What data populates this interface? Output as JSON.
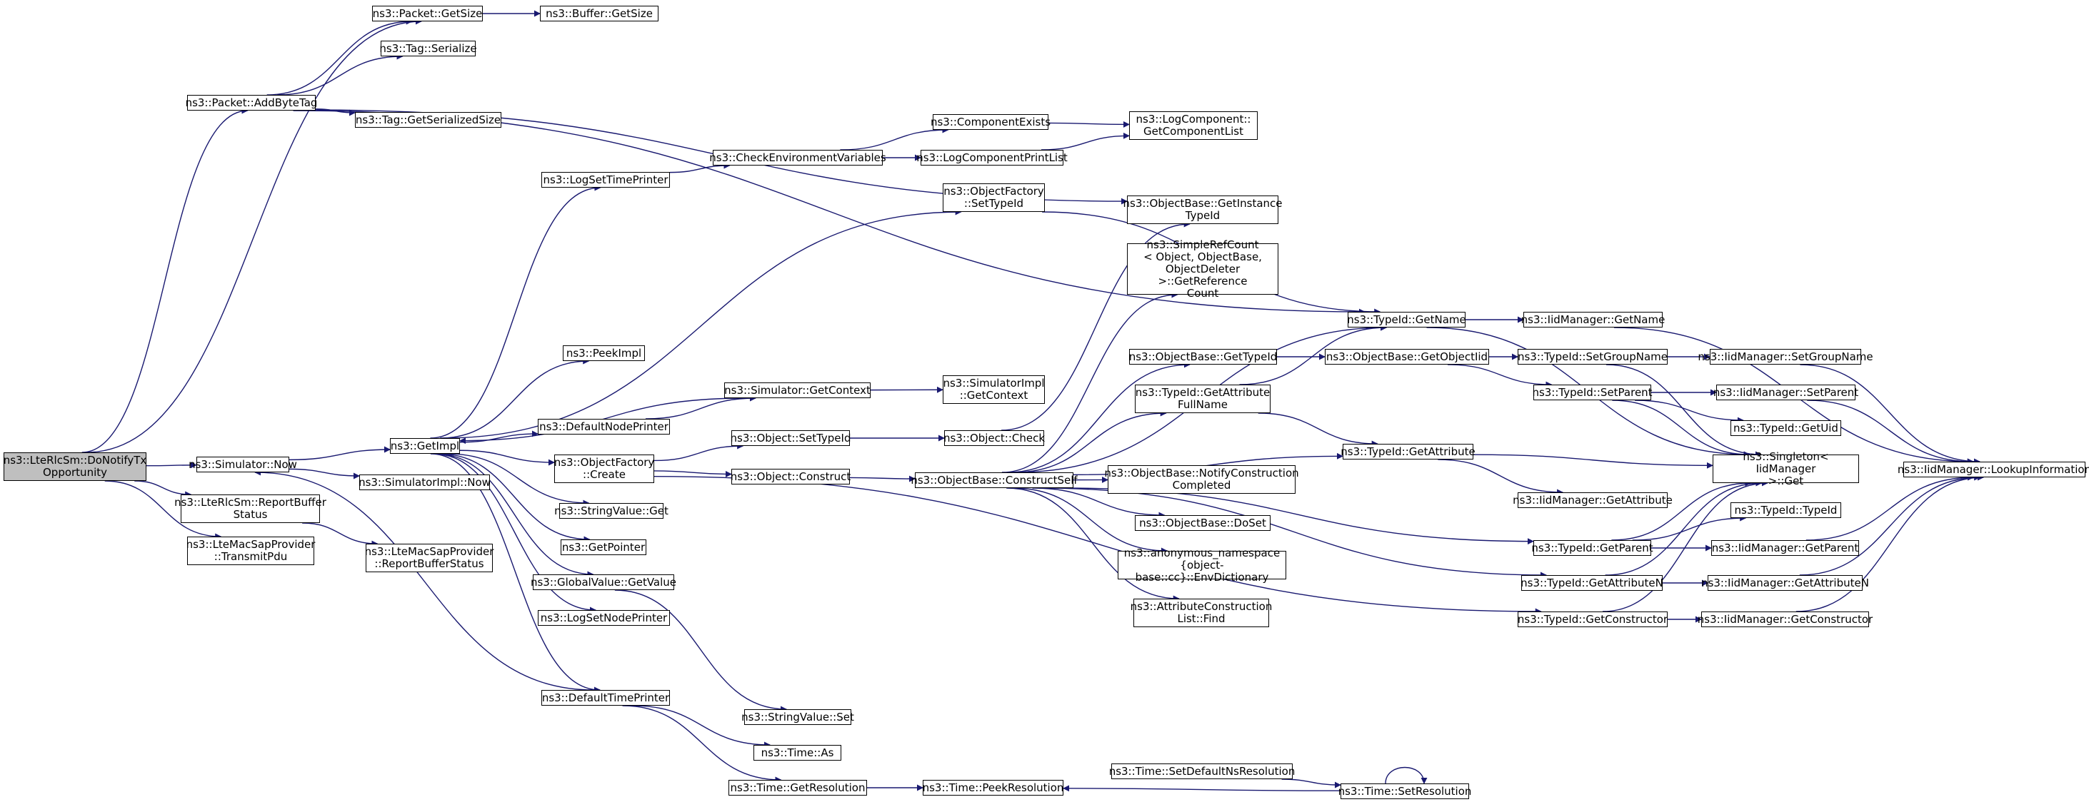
{
  "graph": {
    "edge_color": "#191970",
    "root_fill": "#bfbfbf",
    "node_fill": "#ffffff",
    "root": "root",
    "nodes": [
      {
        "id": "root",
        "label": "ns3::LteRlcSm::DoNotifyTx\nOpportunity"
      },
      {
        "id": "n_sim_now",
        "label": "ns3::Simulator::Now"
      },
      {
        "id": "n_report",
        "label": "ns3::LteRlcSm::ReportBuffer\nStatus"
      },
      {
        "id": "n_transmit",
        "label": "ns3::LteMacSapProvider\n::TransmitPdu"
      },
      {
        "id": "n_addbytetag",
        "label": "ns3::Packet::AddByteTag"
      },
      {
        "id": "n_pkt_getsize",
        "label": "ns3::Packet::GetSize"
      },
      {
        "id": "n_buf_getsize",
        "label": "ns3::Buffer::GetSize"
      },
      {
        "id": "n_tag_ser",
        "label": "ns3::Tag::Serialize"
      },
      {
        "id": "n_tag_getser",
        "label": "ns3::Tag::GetSerializedSize"
      },
      {
        "id": "n_getimpl",
        "label": "ns3::GetImpl"
      },
      {
        "id": "n_simimpl_now",
        "label": "ns3::SimulatorImpl::Now"
      },
      {
        "id": "n_macsap_rbs",
        "label": "ns3::LteMacSapProvider\n::ReportBufferStatus"
      },
      {
        "id": "n_logsettime",
        "label": "ns3::LogSetTimePrinter"
      },
      {
        "id": "n_checkenv",
        "label": "ns3::CheckEnvironmentVariables"
      },
      {
        "id": "n_compexists",
        "label": "ns3::ComponentExists"
      },
      {
        "id": "n_logcompprint",
        "label": "ns3::LogComponentPrintList"
      },
      {
        "id": "n_getcomplist",
        "label": "ns3::LogComponent::\nGetComponentList"
      },
      {
        "id": "n_objfact_settid",
        "label": "ns3::ObjectFactory\n::SetTypeId"
      },
      {
        "id": "n_getinsttid",
        "label": "ns3::ObjectBase::GetInstance\nTypeId"
      },
      {
        "id": "n_simplerefcount",
        "label": "ns3::SimpleRefCount\n< Object, ObjectBase,\nObjectDeleter >::GetReference\nCount"
      },
      {
        "id": "n_peekimpl",
        "label": "ns3::PeekImpl"
      },
      {
        "id": "n_sim_getctx",
        "label": "ns3::Simulator::GetContext"
      },
      {
        "id": "n_simimpl_getctx",
        "label": "ns3::SimulatorImpl\n::GetContext"
      },
      {
        "id": "n_defnodeprinter",
        "label": "ns3::DefaultNodePrinter"
      },
      {
        "id": "n_objfact_create",
        "label": "ns3::ObjectFactory\n::Create"
      },
      {
        "id": "n_obj_settid",
        "label": "ns3::Object::SetTypeId"
      },
      {
        "id": "n_obj_check",
        "label": "ns3::Object::Check"
      },
      {
        "id": "n_obj_construct",
        "label": "ns3::Object::Construct"
      },
      {
        "id": "n_constructself",
        "label": "ns3::ObjectBase::ConstructSelf"
      },
      {
        "id": "n_strval_get",
        "label": "ns3::StringValue::Get"
      },
      {
        "id": "n_getpointer",
        "label": "ns3::GetPointer"
      },
      {
        "id": "n_globval_get",
        "label": "ns3::GlobalValue::GetValue"
      },
      {
        "id": "n_lognodeprinter",
        "label": "ns3::LogSetNodePrinter"
      },
      {
        "id": "n_deftimeprinter",
        "label": "ns3::DefaultTimePrinter"
      },
      {
        "id": "n_strval_set",
        "label": "ns3::StringValue::Set"
      },
      {
        "id": "n_time_as",
        "label": "ns3::Time::As"
      },
      {
        "id": "n_time_getres",
        "label": "ns3::Time::GetResolution"
      },
      {
        "id": "n_time_peekres",
        "label": "ns3::Time::PeekResolution"
      },
      {
        "id": "n_time_setdefns",
        "label": "ns3::Time::SetDefaultNsResolution"
      },
      {
        "id": "n_time_setres",
        "label": "ns3::Time::SetResolution"
      },
      {
        "id": "n_ob_gettid",
        "label": "ns3::ObjectBase::GetTypeId"
      },
      {
        "id": "n_tid_getattrfull",
        "label": "ns3::TypeId::GetAttribute\nFullName"
      },
      {
        "id": "n_ob_notify",
        "label": "ns3::ObjectBase::NotifyConstruction\nCompleted"
      },
      {
        "id": "n_ob_doset",
        "label": "ns3::ObjectBase::DoSet"
      },
      {
        "id": "n_anon_envdict",
        "label": "ns3::anonymous_namespace\n{object-base::cc}::EnvDictionary"
      },
      {
        "id": "n_attrconst_find",
        "label": "ns3::AttributeConstruction\nList::Find"
      },
      {
        "id": "n_tid_getname",
        "label": "ns3::TypeId::GetName"
      },
      {
        "id": "n_ob_getobjtid",
        "label": "ns3::ObjectBase::GetObjectIid"
      },
      {
        "id": "n_tid_getattr",
        "label": "ns3::TypeId::GetAttribute"
      },
      {
        "id": "n_iid_getattr",
        "label": "ns3::IidManager::GetAttribute"
      },
      {
        "id": "n_tid_getparent",
        "label": "ns3::TypeId::GetParent"
      },
      {
        "id": "n_tid_getattrn",
        "label": "ns3::TypeId::GetAttributeN"
      },
      {
        "id": "n_tid_getctor",
        "label": "ns3::TypeId::GetConstructor"
      },
      {
        "id": "n_iid_getname",
        "label": "ns3::IidManager::GetName"
      },
      {
        "id": "n_tid_setgroup",
        "label": "ns3::TypeId::SetGroupName"
      },
      {
        "id": "n_tid_setparent",
        "label": "ns3::TypeId::SetParent"
      },
      {
        "id": "n_singleton_get",
        "label": "ns3::Singleton< IidManager\n>::Get"
      },
      {
        "id": "n_tid_tid",
        "label": "ns3::TypeId::TypeId"
      },
      {
        "id": "n_iid_setgroup",
        "label": "ns3::IidManager::SetGroupName"
      },
      {
        "id": "n_iid_setparent",
        "label": "ns3::IidManager::SetParent"
      },
      {
        "id": "n_tid_getuid",
        "label": "ns3::TypeId::GetUid"
      },
      {
        "id": "n_iid_getparent",
        "label": "ns3::IidManager::GetParent"
      },
      {
        "id": "n_iid_getattrn",
        "label": "ns3::IidManager::GetAttributeN"
      },
      {
        "id": "n_iid_getctor",
        "label": "ns3::IidManager::GetConstructor"
      },
      {
        "id": "n_iid_lookup",
        "label": "ns3::IidManager::LookupInformation"
      }
    ],
    "edges": [
      [
        "root",
        "n_sim_now"
      ],
      [
        "root",
        "n_report"
      ],
      [
        "root",
        "n_transmit"
      ],
      [
        "root",
        "n_addbytetag"
      ],
      [
        "root",
        "n_pkt_getsize"
      ],
      [
        "n_addbytetag",
        "n_pkt_getsize"
      ],
      [
        "n_addbytetag",
        "n_tag_ser"
      ],
      [
        "n_addbytetag",
        "n_tag_getser"
      ],
      [
        "n_addbytetag",
        "n_tid_getname"
      ],
      [
        "n_addbytetag",
        "n_getinsttid"
      ],
      [
        "n_pkt_getsize",
        "n_buf_getsize"
      ],
      [
        "n_sim_now",
        "n_getimpl"
      ],
      [
        "n_sim_now",
        "n_simimpl_now"
      ],
      [
        "n_report",
        "n_macsap_rbs"
      ],
      [
        "n_getimpl",
        "n_logsettime"
      ],
      [
        "n_getimpl",
        "n_objfact_settid"
      ],
      [
        "n_getimpl",
        "n_peekimpl"
      ],
      [
        "n_getimpl",
        "n_defnodeprinter"
      ],
      [
        "n_getimpl",
        "n_objfact_create"
      ],
      [
        "n_getimpl",
        "n_strval_get"
      ],
      [
        "n_getimpl",
        "n_getpointer"
      ],
      [
        "n_getimpl",
        "n_globval_get"
      ],
      [
        "n_getimpl",
        "n_lognodeprinter"
      ],
      [
        "n_getimpl",
        "n_deftimeprinter"
      ],
      [
        "n_sim_getctx",
        "n_getimpl"
      ],
      [
        "n_sim_getctx",
        "n_simimpl_getctx"
      ],
      [
        "n_deftimeprinter",
        "n_sim_now"
      ],
      [
        "n_deftimeprinter",
        "n_time_as"
      ],
      [
        "n_deftimeprinter",
        "n_time_getres"
      ],
      [
        "n_defnodeprinter",
        "n_sim_getctx"
      ],
      [
        "n_logsettime",
        "n_checkenv"
      ],
      [
        "n_checkenv",
        "n_compexists"
      ],
      [
        "n_checkenv",
        "n_logcompprint"
      ],
      [
        "n_compexists",
        "n_getcomplist"
      ],
      [
        "n_logcompprint",
        "n_getcomplist"
      ],
      [
        "n_objfact_settid",
        "n_tid_getname"
      ],
      [
        "n_objfact_create",
        "n_obj_settid"
      ],
      [
        "n_objfact_create",
        "n_obj_construct"
      ],
      [
        "n_objfact_create",
        "n_tid_getctor"
      ],
      [
        "n_obj_settid",
        "n_obj_check"
      ],
      [
        "n_obj_check",
        "n_getinsttid"
      ],
      [
        "n_obj_construct",
        "n_constructself"
      ],
      [
        "n_globval_get",
        "n_strval_set"
      ],
      [
        "n_constructself",
        "n_simplerefcount"
      ],
      [
        "n_constructself",
        "n_tid_getname"
      ],
      [
        "n_constructself",
        "n_ob_gettid"
      ],
      [
        "n_constructself",
        "n_tid_getattrfull"
      ],
      [
        "n_constructself",
        "n_tid_getattr"
      ],
      [
        "n_constructself",
        "n_ob_notify"
      ],
      [
        "n_constructself",
        "n_ob_doset"
      ],
      [
        "n_constructself",
        "n_anon_envdict"
      ],
      [
        "n_constructself",
        "n_attrconst_find"
      ],
      [
        "n_constructself",
        "n_tid_getparent"
      ],
      [
        "n_constructself",
        "n_tid_getattrn"
      ],
      [
        "n_ob_gettid",
        "n_ob_getobjtid"
      ],
      [
        "n_ob_getobjtid",
        "n_tid_setgroup"
      ],
      [
        "n_ob_getobjtid",
        "n_tid_setparent"
      ],
      [
        "n_tid_getattrfull",
        "n_tid_getname"
      ],
      [
        "n_tid_getattrfull",
        "n_tid_getattr"
      ],
      [
        "n_tid_getname",
        "n_iid_getname"
      ],
      [
        "n_tid_getname",
        "n_singleton_get"
      ],
      [
        "n_tid_getattr",
        "n_iid_getattr"
      ],
      [
        "n_tid_getattr",
        "n_singleton_get"
      ],
      [
        "n_tid_setgroup",
        "n_iid_setgroup"
      ],
      [
        "n_tid_setgroup",
        "n_singleton_get"
      ],
      [
        "n_tid_setparent",
        "n_iid_setparent"
      ],
      [
        "n_tid_setparent",
        "n_tid_getuid"
      ],
      [
        "n_tid_setparent",
        "n_singleton_get"
      ],
      [
        "n_tid_getparent",
        "n_tid_tid"
      ],
      [
        "n_tid_getparent",
        "n_iid_getparent"
      ],
      [
        "n_tid_getparent",
        "n_singleton_get"
      ],
      [
        "n_tid_getattrn",
        "n_iid_getattrn"
      ],
      [
        "n_tid_getattrn",
        "n_singleton_get"
      ],
      [
        "n_tid_getctor",
        "n_iid_getctor"
      ],
      [
        "n_tid_getctor",
        "n_singleton_get"
      ],
      [
        "n_iid_getname",
        "n_iid_lookup"
      ],
      [
        "n_iid_setgroup",
        "n_iid_lookup"
      ],
      [
        "n_iid_setparent",
        "n_iid_lookup"
      ],
      [
        "n_iid_getparent",
        "n_iid_lookup"
      ],
      [
        "n_iid_getattrn",
        "n_iid_lookup"
      ],
      [
        "n_iid_getctor",
        "n_iid_lookup"
      ],
      [
        "n_time_getres",
        "n_time_peekres"
      ],
      [
        "n_time_setdefns",
        "n_time_setres"
      ],
      [
        "n_time_setres",
        "n_time_peekres"
      ],
      [
        "n_time_setres",
        "n_time_setres"
      ]
    ]
  }
}
